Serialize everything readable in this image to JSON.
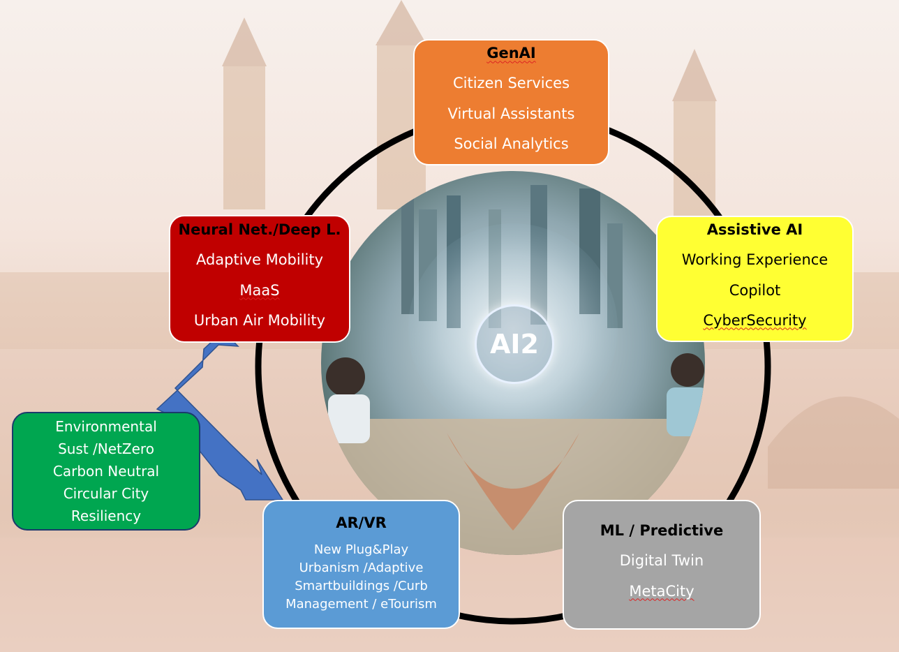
{
  "center_label": "AI2",
  "boxes": {
    "genai": {
      "title": "GenAI",
      "items": [
        "Citizen Services",
        "Virtual Assistants",
        "Social Analytics"
      ]
    },
    "assistive": {
      "title": "Assistive AI",
      "items": [
        "Working Experience",
        "Copilot",
        "CyberSecurity"
      ]
    },
    "neural": {
      "title": "Neural Net./Deep L.",
      "items": [
        "Adaptive Mobility",
        "MaaS",
        "Urban Air Mobility"
      ]
    },
    "environmental": {
      "items": [
        "Environmental",
        "Sust /NetZero",
        "Carbon Neutral",
        "Circular City",
        "Resiliency"
      ]
    },
    "arvr": {
      "title": "AR/VR",
      "items": [
        "New Plug&Play",
        "Urbanism /Adaptive",
        "Smartbuildings /Curb",
        "Management / eTourism"
      ]
    },
    "ml": {
      "title": "ML / Predictive",
      "items": [
        "Digital Twin",
        "MetaCity"
      ]
    }
  },
  "colors": {
    "genai": "#ed7d31",
    "assistive": "#ffff33",
    "neural": "#c00000",
    "environmental": "#00a650",
    "arvr": "#5b9bd5",
    "ml": "#a5a5a5",
    "arrow": "#4472c4",
    "ring": "#000000"
  }
}
